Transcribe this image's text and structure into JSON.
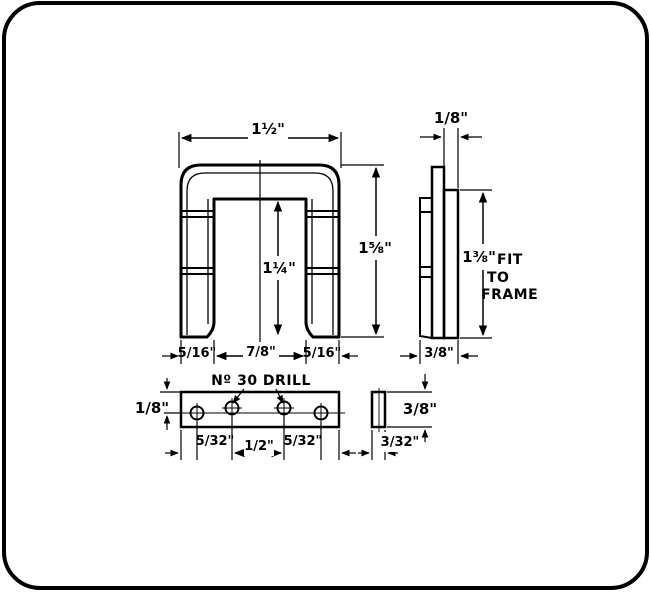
{
  "front_view": {
    "width_label": "1½\"",
    "height_label": "1⅝\"",
    "inner_height_label": "1¼\"",
    "left_leg_label": "5/16\"",
    "gap_label": "7/8\"",
    "right_leg_label": "5/16\""
  },
  "side_view": {
    "thickness_label": "1/8\"",
    "height_label": "1⅜\"",
    "fit_note": [
      "FIT",
      "TO",
      "FRAME"
    ],
    "depth_label": "3/8\""
  },
  "strip_view": {
    "drill_note": "Nº 30 DRILL",
    "height_label": "1/8\"",
    "left_offset_label": "5/32\"",
    "spacing_label": "1/2\"",
    "right_offset_label": "5/32\""
  },
  "end_view": {
    "height_label": "3/8\"",
    "width_label": "3/32\""
  },
  "colors": {
    "ink": "#000000",
    "paper": "#ffffff"
  }
}
